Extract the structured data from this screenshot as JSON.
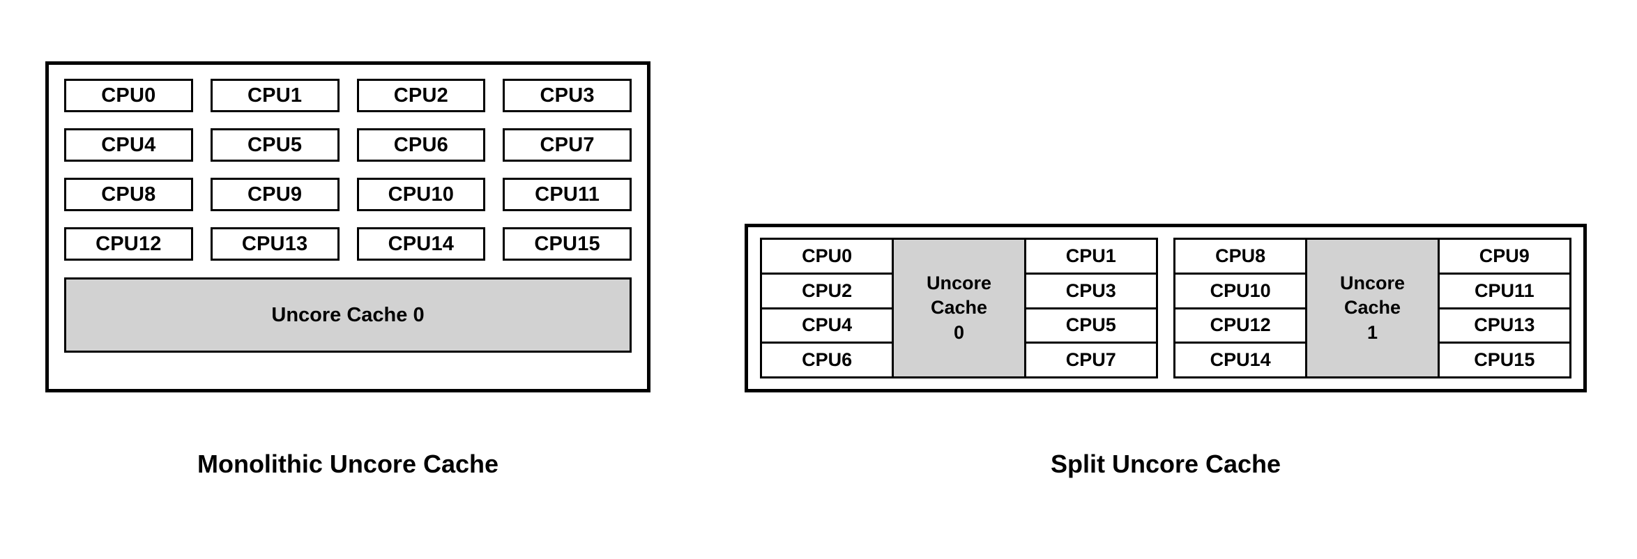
{
  "figures": [
    {
      "id": "monolithic",
      "caption": "Monolithic Uncore Cache",
      "cpus": [
        "CPU0",
        "CPU1",
        "CPU2",
        "CPU3",
        "CPU4",
        "CPU5",
        "CPU6",
        "CPU7",
        "CPU8",
        "CPU9",
        "CPU10",
        "CPU11",
        "CPU12",
        "CPU13",
        "CPU14",
        "CPU15"
      ],
      "cache_label": "Uncore Cache 0"
    },
    {
      "id": "split",
      "caption": "Split Uncore Cache",
      "groups": [
        {
          "left_cpus": [
            "CPU0",
            "CPU2",
            "CPU4",
            "CPU6"
          ],
          "cache_lines": [
            "Uncore",
            "Cache",
            "0"
          ],
          "right_cpus": [
            "CPU1",
            "CPU3",
            "CPU5",
            "CPU7"
          ]
        },
        {
          "left_cpus": [
            "CPU8",
            "CPU10",
            "CPU12",
            "CPU14"
          ],
          "cache_lines": [
            "Uncore",
            "Cache",
            "1"
          ],
          "right_cpus": [
            "CPU9",
            "CPU11",
            "CPU13",
            "CPU15"
          ]
        }
      ]
    }
  ],
  "colors": {
    "cache_fill": "#d2d2d2",
    "border": "#000000",
    "background": "#ffffff",
    "text": "#000000"
  }
}
